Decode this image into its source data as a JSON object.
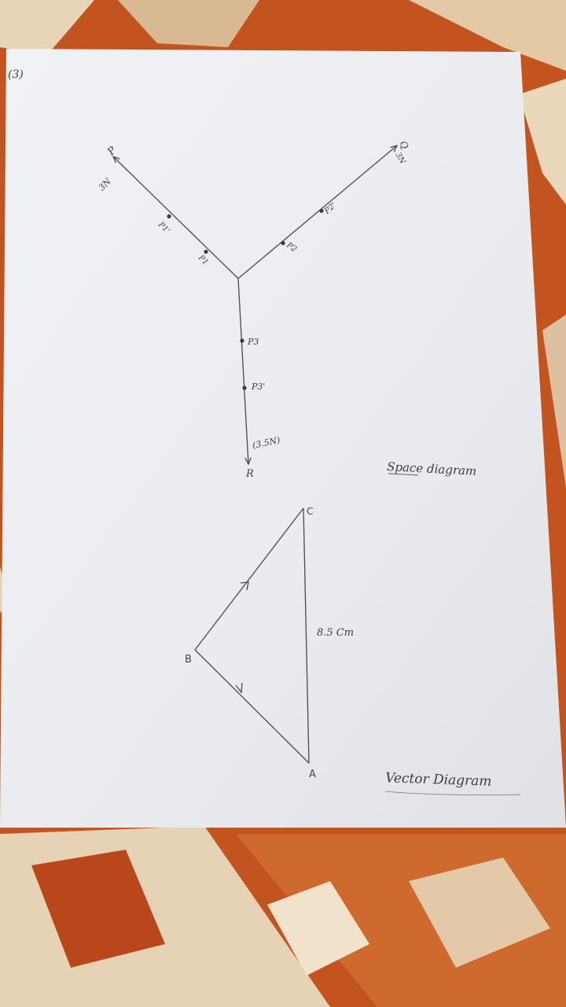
{
  "page_number": "(3)",
  "space_diagram": {
    "caption": "Space diagram",
    "force_p": {
      "label": "P",
      "magnitude": "3N"
    },
    "force_q": {
      "label": "Q",
      "magnitude": "3N"
    },
    "force_r": {
      "label": "R",
      "magnitude": "(3.5N)"
    },
    "points": {
      "p1": "P1",
      "p1_prime": "P1'",
      "p2": "P2",
      "p2_prime": "P2'",
      "p3": "P3",
      "p3_prime": "P3'"
    }
  },
  "vector_diagram": {
    "caption": "Vector Diagram",
    "vertex_a": "A",
    "vertex_b": "B",
    "vertex_c": "C",
    "side_ac_length": "8.5 Cm"
  },
  "colors": {
    "paper": "#eceef2",
    "pencil": "#4a4a4a",
    "background": "#c4541f"
  }
}
